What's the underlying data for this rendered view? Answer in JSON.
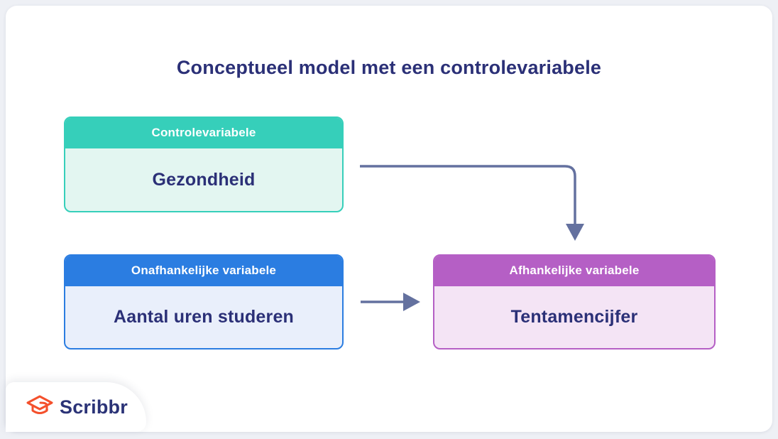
{
  "canvas": {
    "background": "#eef0f5",
    "card_background": "#ffffff"
  },
  "title": {
    "text": "Conceptueel model met een controlevariabele",
    "color": "#2b3077"
  },
  "boxes": [
    {
      "header": "Controlevariabele",
      "body": "Gezondheid",
      "header_color": "#36cfba",
      "body_color": "#e3f6f1",
      "border_color": "#36cfba",
      "header_text_color": "#ffffff",
      "body_text_color": "#2b3077"
    },
    {
      "header": "Onafhankelijke variabele",
      "body": "Aantal uren studeren",
      "header_color": "#2b7de1",
      "body_color": "#e9effb",
      "border_color": "#2b7de1",
      "header_text_color": "#ffffff",
      "body_text_color": "#2b3077"
    },
    {
      "header": "Afhankelijke variabele",
      "body": "Tentamencijfer",
      "header_color": "#b55fc5",
      "body_color": "#f4e4f5",
      "border_color": "#b55fc5",
      "header_text_color": "#ffffff",
      "body_text_color": "#2b3077"
    }
  ],
  "arrows": {
    "color": "#64719f",
    "connections": [
      {
        "from": "Controlevariabele",
        "to": "Afhankelijke variabele",
        "shape": "elbow-right-then-down"
      },
      {
        "from": "Onafhankelijke variabele",
        "to": "Afhankelijke variabele",
        "shape": "straight-right"
      }
    ]
  },
  "logo": {
    "text": "Scribbr",
    "icon": "graduation-cap-icon",
    "icon_color": "#f4502c",
    "text_color": "#2b3377"
  }
}
